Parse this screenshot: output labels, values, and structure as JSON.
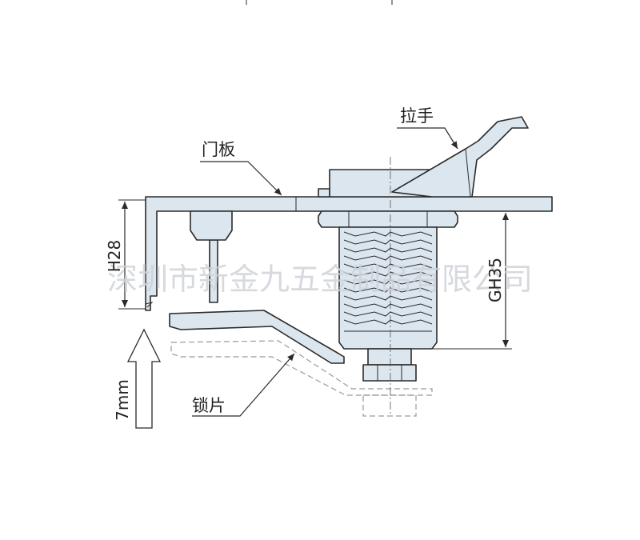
{
  "labels": {
    "handle": "拉手",
    "door_panel": "门板",
    "lock_plate": "锁片",
    "height_left": "H28",
    "height_right": "GH35",
    "travel": "7mm"
  },
  "watermark": "深圳市新金九五金制品有限公司",
  "colors": {
    "part_fill": "#dbe6ef",
    "outline": "#2b2b2b",
    "watermark": "#cfd3d8"
  }
}
